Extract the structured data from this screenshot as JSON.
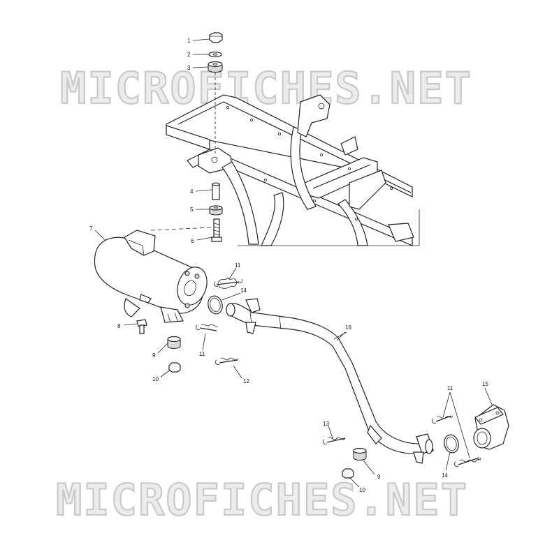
{
  "watermark": {
    "text": "MICROFICHES.NET"
  },
  "callouts": {
    "c1": "1",
    "c2": "2",
    "c3": "3",
    "c4": "4",
    "c5": "5",
    "c6": "6",
    "c7": "7",
    "c8": "8",
    "c9a": "9",
    "c9b": "9",
    "c10a": "10",
    "c10b": "10",
    "c11a": "11",
    "c11b": "11",
    "c11c": "11",
    "c12": "12",
    "c13": "13",
    "c14a": "14",
    "c14b": "14",
    "c15": "15",
    "c16": "16"
  }
}
